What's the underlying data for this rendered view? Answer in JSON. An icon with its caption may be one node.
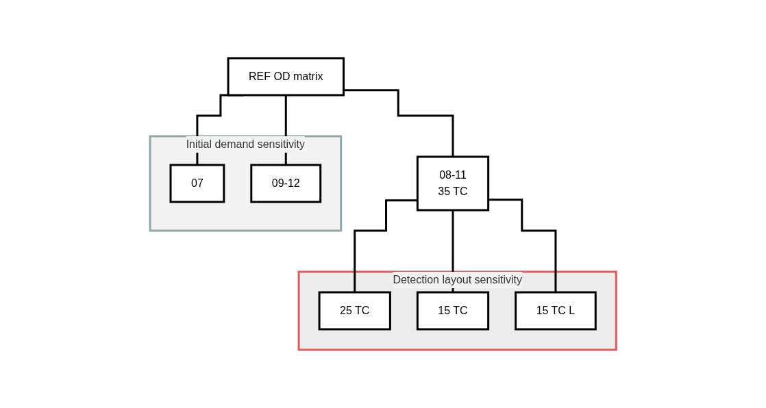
{
  "diagram": {
    "nodes": [
      {
        "text": [
          "REF OD matrix"
        ]
      },
      {
        "text": [
          "Initial demand sensitivity"
        ]
      },
      {
        "text": [
          "07"
        ],
        "in": 1
      },
      {
        "text": [
          "Detection layout sensitivity"
        ]
      },
      {
        "text": [
          "08-11",
          "35 TC"
        ]
      },
      {
        "text": [
          "09-12"
        ],
        "in": 1
      },
      {
        "text": [
          "25 TC"
        ],
        "in": 3
      },
      {
        "text": [
          "15 TC"
        ],
        "in": 3
      },
      {
        "text": [
          "15 TC L"
        ],
        "in": 3
      }
    ],
    "edges": [
      {
        "from": 0,
        "to": 2,
        "arrow": "none"
      },
      {
        "from": 0,
        "to": 4,
        "arrow": "none"
      },
      {
        "from": 0,
        "to": 5,
        "arrow": "none"
      },
      {
        "from": 4,
        "to": 6,
        "arrow": "none"
      },
      {
        "from": 4,
        "to": 7,
        "arrow": "none"
      },
      {
        "from": 4,
        "to": 8,
        "arrow": "none"
      }
    ]
  }
}
